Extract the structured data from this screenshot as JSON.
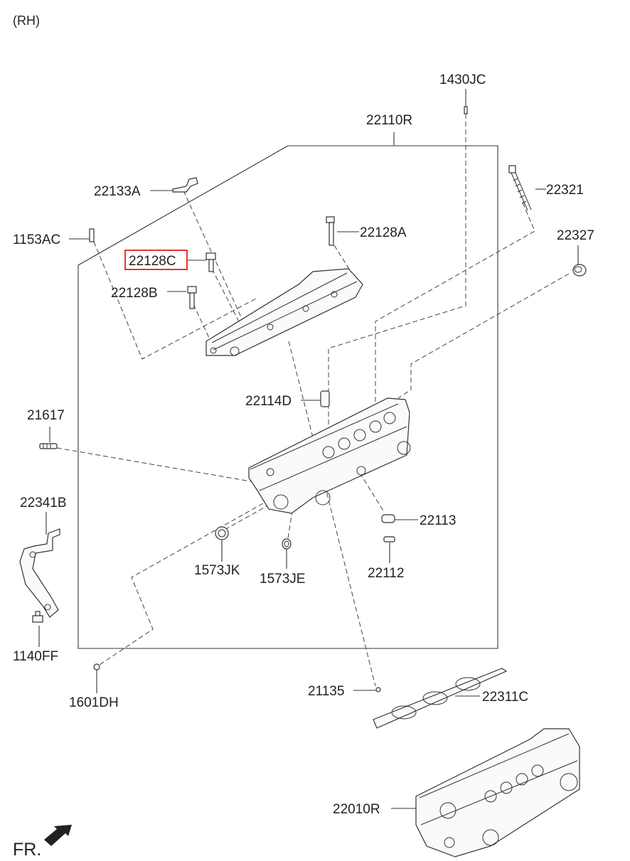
{
  "side_label": "(RH)",
  "front_marker": "FR.",
  "highlighted_part": "22128C",
  "colors": {
    "highlight": "#e02020",
    "line": "#333333"
  },
  "parts": {
    "p1430JC": "1430JC",
    "p22110R": "22110R",
    "p22133A": "22133A",
    "p22321": "22321",
    "p1153AC": "1153AC",
    "p22128A": "22128A",
    "p22327": "22327",
    "p22128C": "22128C",
    "p22128B": "22128B",
    "p22114D": "22114D",
    "p21617": "21617",
    "p22341B": "22341B",
    "p22113": "22113",
    "p1573JK": "1573JK",
    "p22112": "22112",
    "p1573JE": "1573JE",
    "p1140FF": "1140FF",
    "p21135": "21135",
    "p22311C": "22311C",
    "p1601DH": "1601DH",
    "p22010R": "22010R"
  }
}
